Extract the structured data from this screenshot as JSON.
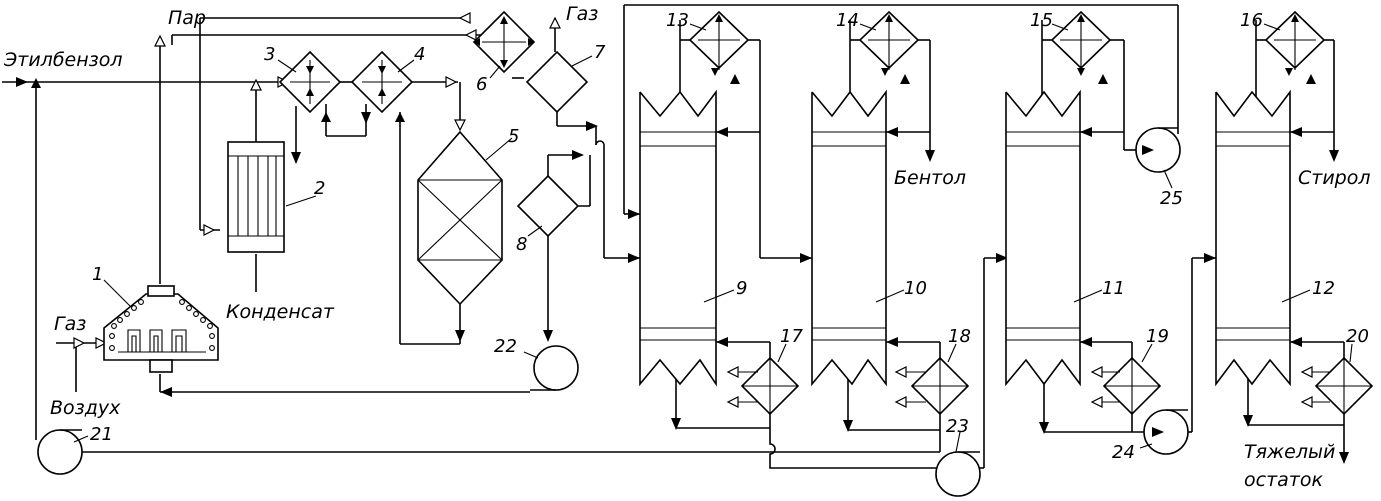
{
  "labels": {
    "ethylbenzene": "Этилбензол",
    "steam": "Пар",
    "gas_top": "Газ",
    "gas_left": "Газ",
    "air": "Воздух",
    "condensate": "Конденсат",
    "bentol": "Бентол",
    "styrene": "Стирол",
    "heavy_residue_1": "Тяжелый",
    "heavy_residue_2": "остаток"
  },
  "numbers": [
    "1",
    "2",
    "3",
    "4",
    "5",
    "6",
    "7",
    "8",
    "9",
    "10",
    "11",
    "12",
    "13",
    "14",
    "15",
    "16",
    "17",
    "18",
    "19",
    "20",
    "21",
    "22",
    "23",
    "24",
    "25"
  ]
}
